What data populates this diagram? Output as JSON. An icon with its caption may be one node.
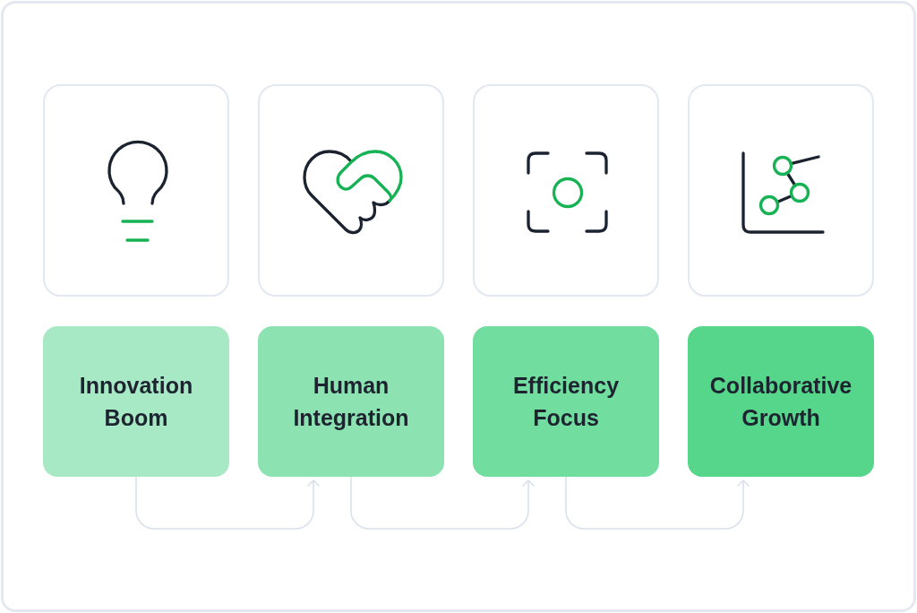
{
  "diagram": {
    "nodes": [
      {
        "text": [],
        "shape": "picture"
      },
      {
        "text": [],
        "shape": "picture"
      },
      {
        "text": [],
        "shape": "picture"
      },
      {
        "text": [],
        "shape": "picture"
      },
      {
        "text": [
          "Innovation Boom"
        ]
      },
      {
        "text": [
          "Human Integration"
        ]
      },
      {
        "text": [
          "Efficiency Focus"
        ]
      },
      {
        "text": [
          "Collaborative Growth"
        ]
      }
    ],
    "edges": [
      {
        "from": 4,
        "to": 5,
        "arrow": "to"
      },
      {
        "from": 5,
        "to": 6,
        "arrow": "to"
      },
      {
        "from": 6,
        "to": 7,
        "arrow": "to"
      }
    ]
  }
}
